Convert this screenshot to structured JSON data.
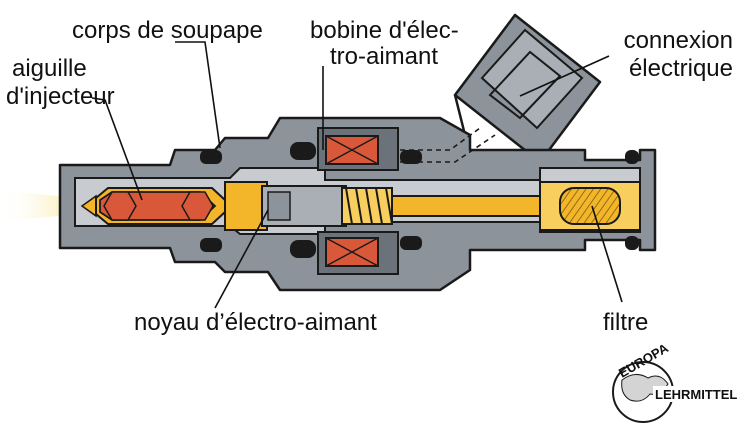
{
  "labels": {
    "corps": "corps de soupape",
    "bobine_l1": "bobine d'élec-",
    "bobine_l2": "tro-aimant",
    "connexion_l1": "connexion",
    "connexion_l2": "électrique",
    "aiguille_l1": "aiguille",
    "aiguille_l2": "d'injecteur",
    "noyau": "noyau d’électro-aimant",
    "filtre": "filtre"
  },
  "logo": {
    "top": "EUROPA",
    "bottom": "LEHRMITTEL"
  },
  "colors": {
    "body_gray": "#8c939a",
    "body_dark": "#6b7279",
    "bore": "#c8ccd0",
    "brass": "#f3b52a",
    "brass_light": "#f8cf5e",
    "core_gray": "#a9afb5",
    "needle_red": "#d9583a",
    "spray": "#f7df7a",
    "outline": "#1a1a1a"
  }
}
